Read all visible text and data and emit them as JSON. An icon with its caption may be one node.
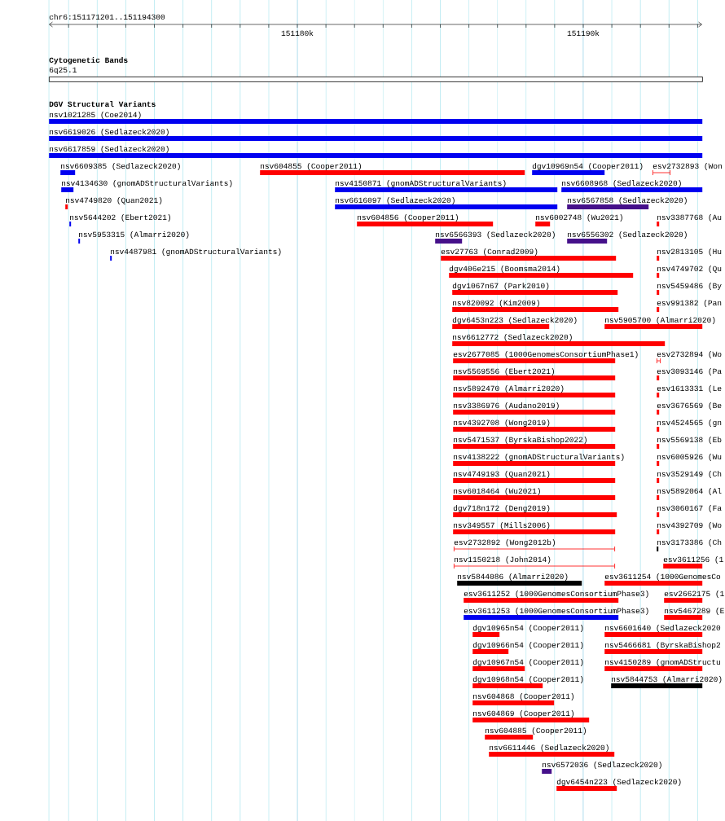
{
  "diagram": {
    "nodes": [
      {
        "text": [
          "6q25.1"
        ]
      },
      {
        "text": [
          "nsv1021285 (Coe2014)"
        ]
      },
      {
        "text": [
          "nsv6619026 (Sedlazeck2020)"
        ]
      },
      {
        "text": [
          "nsv6617859 (Sedlazeck2020)"
        ]
      },
      {
        "text": [
          "nsv6609385 (Sedlazeck2020)"
        ]
      },
      {
        "text": [
          "nsv604855 (Cooper2011)"
        ]
      },
      {
        "text": [
          "dgv10969n54 (Cooper2011)"
        ]
      },
      {
        "text": [
          "esv2732893 (Won"
        ]
      },
      {
        "text": [
          "nsv4134630 (gnomADStructuralVariants)"
        ]
      },
      {
        "text": [
          "nsv4150871 (gnomADStructuralVariants)"
        ]
      },
      {
        "text": [
          "nsv6608968 (Sedlazeck2020)"
        ]
      },
      {
        "text": [
          "nsv4749820 (Quan2021)"
        ]
      },
      {
        "text": [
          "nsv6616097 (Sedlazeck2020)"
        ]
      },
      {
        "text": [
          "nsv6567858 (Sedlazeck2020)"
        ]
      },
      {
        "text": [
          "nsv5644202 (Ebert2021)"
        ]
      },
      {
        "text": [
          "nsv604856 (Cooper2011)"
        ]
      },
      {
        "text": [
          "nsv6002748 (Wu2021)"
        ]
      },
      {
        "text": [
          "nsv3387768 (Au"
        ]
      },
      {
        "text": [
          "nsv5953315 (Almarri2020)"
        ]
      },
      {
        "text": [
          "nsv6566393 (Sedlazeck2020)"
        ]
      },
      {
        "text": [
          "nsv6556302 (Sedlazeck2020)"
        ]
      },
      {
        "text": [
          "nsv4487981 (gnomADStructuralVariants)"
        ]
      },
      {
        "text": [
          "esv27763 (Conrad2009)"
        ]
      },
      {
        "text": [
          "nsv2813105 (Hu"
        ]
      },
      {
        "text": [
          "dgv406e215 (Boomsma2014)"
        ]
      },
      {
        "text": [
          "nsv4749702 (Qu"
        ]
      },
      {
        "text": [
          "dgv1067n67 (Park2010)"
        ]
      },
      {
        "text": [
          "nsv5459486 (By"
        ]
      },
      {
        "text": [
          "nsv820092 (Kim2009)"
        ]
      },
      {
        "text": [
          "esv991382 (Pan"
        ]
      },
      {
        "text": [
          "dgv6453n223 (Sedlazeck2020)"
        ]
      },
      {
        "text": [
          "nsv5905700 (Almarri2020)"
        ]
      },
      {
        "text": [
          "nsv6612772 (Sedlazeck2020)"
        ]
      },
      {
        "text": [
          "esv2677085 (1000GenomesConsortiumPhase1)"
        ]
      },
      {
        "text": [
          "esv2732894 (Wo"
        ]
      },
      {
        "text": [
          "nsv5569556 (Ebert2021)"
        ]
      },
      {
        "text": [
          "esv3093146 (Pa"
        ]
      },
      {
        "text": [
          "nsv5892470 (Almarri2020)"
        ]
      },
      {
        "text": [
          "esv1613331 (Le"
        ]
      },
      {
        "text": [
          "nsv3386976 (Audano2019)"
        ]
      },
      {
        "text": [
          "esv3676569 (Be"
        ]
      },
      {
        "text": [
          "nsv4392708 (Wong2019)"
        ]
      },
      {
        "text": [
          "nsv4524565 (gn"
        ]
      },
      {
        "text": [
          "nsv5471537 (ByrskaBishop2022)"
        ]
      },
      {
        "text": [
          "nsv5569138 (Eb"
        ]
      },
      {
        "text": [
          "nsv4138222 (gnomADStructuralVariants)"
        ]
      },
      {
        "text": [
          "nsv6005926 (Wu"
        ]
      },
      {
        "text": [
          "nsv4749193 (Quan2021)"
        ]
      },
      {
        "text": [
          "nsv3529149 (Ch"
        ]
      },
      {
        "text": [
          "nsv6018464 (Wu2021)"
        ]
      },
      {
        "text": [
          "nsv5892064 (Al"
        ]
      },
      {
        "text": [
          "dgv718n172 (Deng2019)"
        ]
      },
      {
        "text": [
          "nsv3060167 (Fa"
        ]
      },
      {
        "text": [
          "nsv349557 (Mills2006)"
        ]
      },
      {
        "text": [
          "nsv4392709 (Wo"
        ]
      },
      {
        "text": [
          "esv2732892 (Wong2012b)"
        ]
      },
      {
        "text": [
          "nsv3173386 (Ch"
        ]
      },
      {
        "text": [
          "nsv1150218 (John2014)"
        ]
      },
      {
        "text": [
          "esv3611256 (1"
        ]
      },
      {
        "text": [
          "nsv5844086 (Almarri2020)"
        ]
      },
      {
        "text": [
          "esv3611254 (1000GenomesCo"
        ]
      },
      {
        "text": [
          "esv3611252 (1000GenomesConsortiumPhase3)"
        ]
      },
      {
        "text": [
          "esv2662175 (1"
        ]
      },
      {
        "text": [
          "esv3611253 (1000GenomesConsortiumPhase3)"
        ]
      },
      {
        "text": [
          "nsv5467289 (E"
        ]
      },
      {
        "text": [
          "dgv10965n54 (Cooper2011)"
        ]
      },
      {
        "text": [
          "nsv6601640 (Sedlazeck2020"
        ]
      },
      {
        "text": [
          "dgv10966n54 (Cooper2011)"
        ]
      },
      {
        "text": [
          "nsv5466681 (ByrskaBishop2"
        ]
      },
      {
        "text": [
          "dgv10967n54 (Cooper2011)"
        ]
      },
      {
        "text": [
          "nsv4150289 (gnomADStructu"
        ]
      },
      {
        "text": [
          "dgv10968n54 (Cooper2011)"
        ]
      },
      {
        "text": [
          "nsv5844753 (Almarri2020)"
        ]
      },
      {
        "text": [
          "nsv604868 (Cooper2011)"
        ]
      },
      {
        "text": [
          "nsv604869 (Cooper2011)"
        ]
      },
      {
        "text": [
          "nsv604885 (Cooper2011)"
        ]
      },
      {
        "text": [
          "nsv6611446 (Sedlazeck2020)"
        ]
      },
      {
        "text": [
          "nsv6572036 (Sedlazeck2020)"
        ]
      },
      {
        "text": [
          "dgv6454n223 (Sedlazeck2020)"
        ]
      }
    ],
    "labels": [
      "chr6:151171201..151194300",
      "151180k",
      "151190k",
      "Cytogenetic Bands",
      "DGV Structural Variants"
    ]
  }
}
